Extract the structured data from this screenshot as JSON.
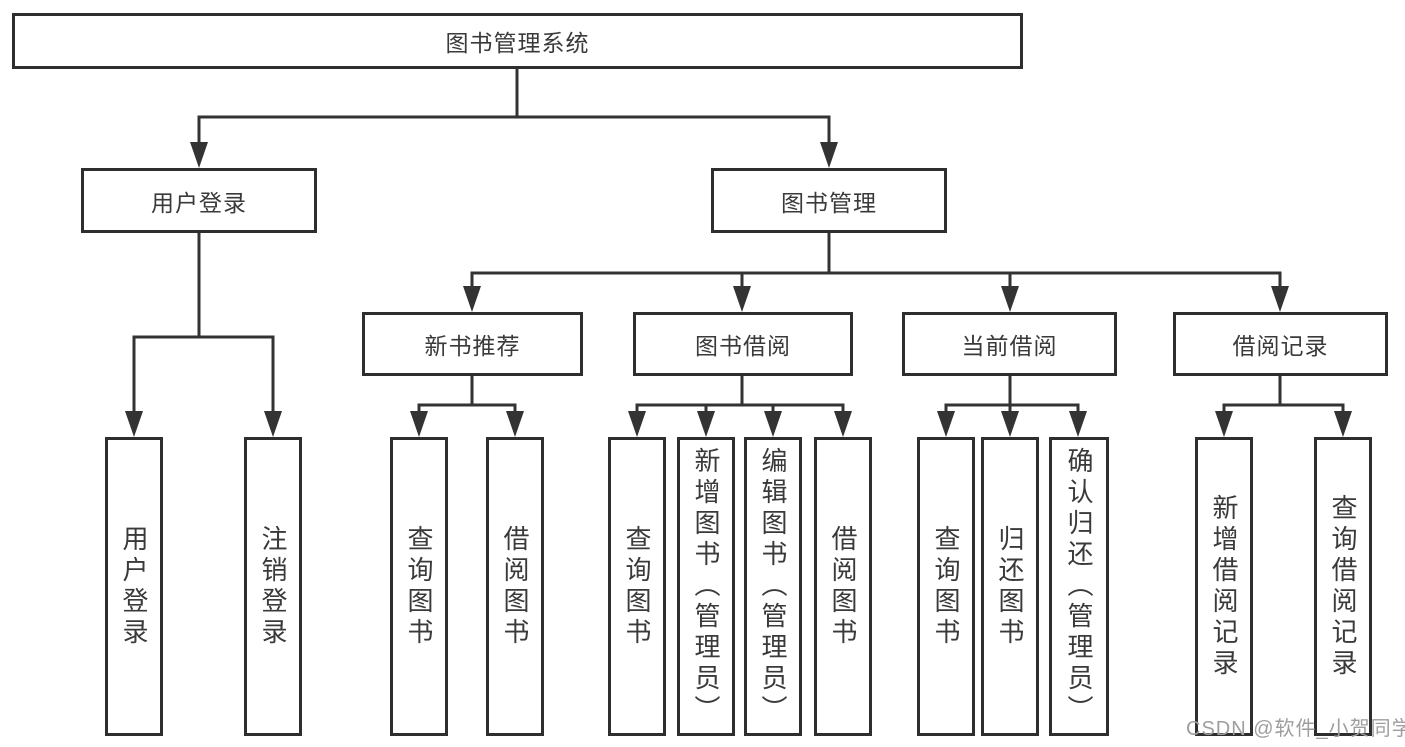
{
  "tree": {
    "label": "图书管理系统",
    "children": [
      {
        "label": "用户登录",
        "children": [
          {
            "label": "用户登录"
          },
          {
            "label": "注销登录"
          }
        ]
      },
      {
        "label": "图书管理",
        "children": [
          {
            "label": "新书推荐",
            "children": [
              {
                "label": "查询图书"
              },
              {
                "label": "借阅图书"
              }
            ]
          },
          {
            "label": "图书借阅",
            "children": [
              {
                "label": "查询图书"
              },
              {
                "label": "新增图书（管理员）"
              },
              {
                "label": "编辑图书（管理员）"
              },
              {
                "label": "借阅图书"
              }
            ]
          },
          {
            "label": "当前借阅",
            "children": [
              {
                "label": "查询图书"
              },
              {
                "label": "归还图书"
              },
              {
                "label": "确认归还（管理员）"
              }
            ]
          },
          {
            "label": "借阅记录",
            "children": [
              {
                "label": "新增借阅记录"
              },
              {
                "label": "查询借阅记录"
              }
            ]
          }
        ]
      }
    ]
  },
  "watermark": {
    "text": "CSDN @软件_小贺同学"
  },
  "colors": {
    "line": "#333333",
    "box_border": "#2e2e2e",
    "box_fill": "#ffffff",
    "text": "#3a3a3a",
    "watermark": "#9e9e9e",
    "background": "#ffffff"
  }
}
